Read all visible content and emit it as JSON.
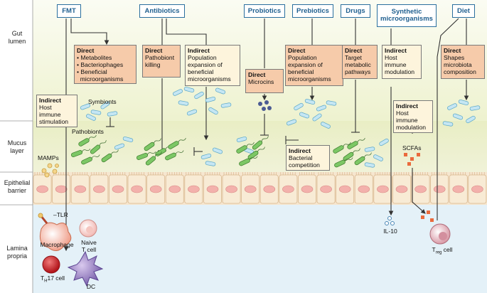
{
  "zones": {
    "gut_lumen": "Gut\nlumen",
    "mucus_layer": "Mucus\nlayer",
    "epithelial_barrier": "Epithelial\nbarrier",
    "lamina_propria": "Lamina\npropria"
  },
  "interventions": {
    "fmt": "FMT",
    "antibiotics": "Antibiotics",
    "probiotics": "Probiotics",
    "prebiotics": "Prebiotics",
    "drugs": "Drugs",
    "synthetic": "Synthetic microorganisms",
    "diet": "Diet"
  },
  "boxes": {
    "fmt_direct": {
      "title": "Direct",
      "items": [
        "• Metabolites",
        "• Bacteriophages",
        "• Beneficial",
        "  microorganisms"
      ]
    },
    "fmt_indirect": {
      "title": "Indirect",
      "lines": [
        "Host",
        "immune",
        "stimulation"
      ]
    },
    "abx_direct": {
      "title": "Direct",
      "lines": [
        "Pathobiont",
        "killing"
      ]
    },
    "abx_indirect": {
      "title": "Indirect",
      "lines": [
        "Population",
        "expansion of",
        "beneficial",
        "microorganisms"
      ]
    },
    "pro_direct": {
      "title": "Direct",
      "lines": [
        "Microcins"
      ]
    },
    "pre_direct": {
      "title": "Direct",
      "lines": [
        "Population",
        "expansion of",
        "beneficial",
        "microorganisms"
      ]
    },
    "pro_indirect": {
      "title": "Indirect",
      "lines": [
        "Bacterial",
        "competition"
      ]
    },
    "drug_direct": {
      "title": "Direct",
      "lines": [
        "Target",
        "metabolic",
        "pathways"
      ]
    },
    "syn_indirect1": {
      "title": "Indirect",
      "lines": [
        "Host",
        "immune",
        "modulation"
      ]
    },
    "syn_indirect2": {
      "title": "Indirect",
      "lines": [
        "Host",
        "immune",
        "modulation"
      ]
    },
    "diet_direct": {
      "title": "Direct",
      "lines": [
        "Shapes",
        "microbiota",
        "composition"
      ]
    }
  },
  "labels": {
    "symbionts": "Symbionts",
    "pathobionts": "Pathobionts",
    "mamps": "MAMPs",
    "scfas": "SCFAs",
    "tlr": "TLR",
    "macrophage": "Macrophage",
    "naive_t": "Naive\nT cell",
    "th17_main": "T",
    "th17_sub": "H",
    "th17_rest": "17 cell",
    "dc": "DC",
    "il10": "IL-10",
    "treg_main": "T",
    "treg_sub": "reg",
    "treg_rest": " cell"
  },
  "colors": {
    "lumen": "#f7f9ea",
    "mucus_band": "#e8edc6",
    "epithelium": "#f6e6cf",
    "cell": "#f3b6b0",
    "lamina": "#e3f1f8",
    "header_border": "#2b6f9e",
    "direct_fill": "#f6cbaa",
    "indirect_fill": "#fdf4dc",
    "symbiont_blue": "#bfe2f1",
    "pathobiont_green": "#6fbf5a"
  }
}
